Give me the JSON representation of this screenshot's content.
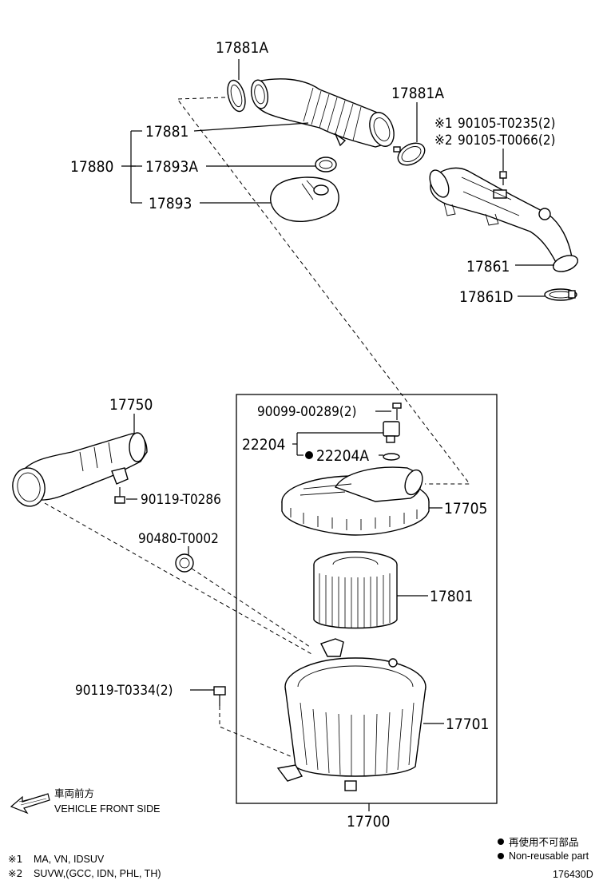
{
  "labels": {
    "p17881A_top": "17881A",
    "p17881": "17881",
    "p17880": "17880",
    "p17893A": "17893A",
    "p17893": "17893",
    "p17881A_right": "17881A",
    "p90105_1": "90105-T0235(2)",
    "p90105_2": "90105-T0066(2)",
    "mark1": "※1",
    "mark2": "※2",
    "p17861": "17861",
    "p17861D": "17861D",
    "p17750": "17750",
    "p90119_a": "90119-T0286",
    "p90480": "90480-T0002",
    "p90099": "90099-00289(2)",
    "p22204": "22204",
    "p22204A": "22204A",
    "p17705": "17705",
    "p17801": "17801",
    "p90119_b": "90119-T0334(2)",
    "p17701": "17701",
    "p17700": "17700"
  },
  "direction": {
    "jp": "車両前方",
    "en": "VEHICLE FRONT SIDE"
  },
  "footnotes": {
    "note1_mark": "※1",
    "note1": "MA, VN, IDSUV",
    "note2_mark": "※2",
    "note2": "SUVW,(GCC, IDN, PHL, TH)"
  },
  "legend": {
    "jp": "再使用不可部品",
    "en": "Non-reusable part"
  },
  "diagram_code": "176430D"
}
